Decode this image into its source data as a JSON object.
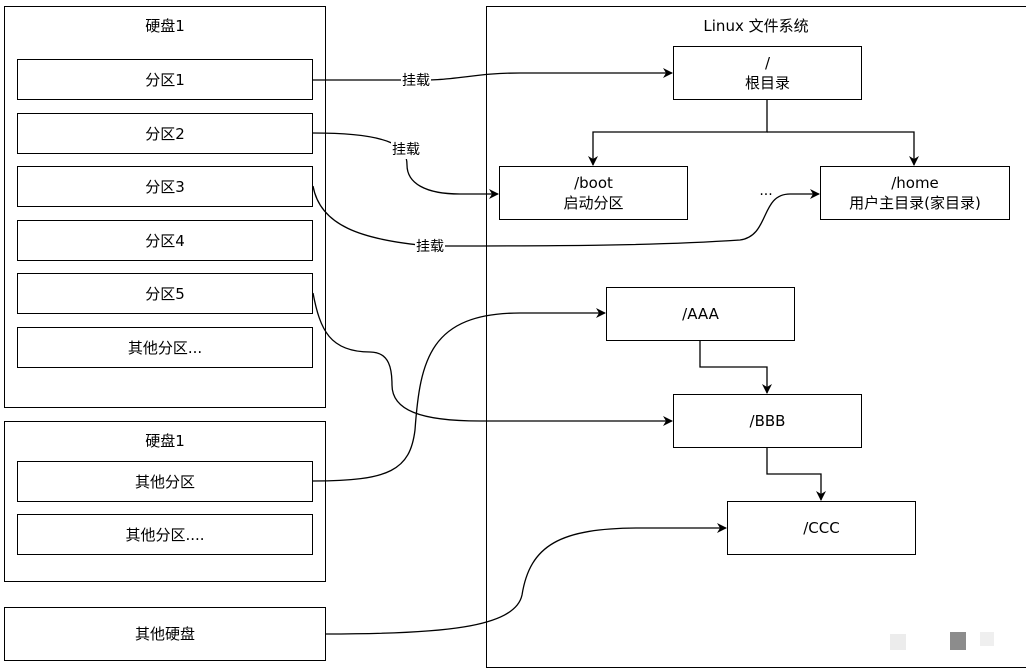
{
  "disk1": {
    "title": "硬盘1",
    "partitions": [
      "分区1",
      "分区2",
      "分区3",
      "分区4",
      "分区5",
      "其他分区..."
    ]
  },
  "disk2": {
    "title": "硬盘1",
    "partitions": [
      "其他分区",
      "其他分区...."
    ]
  },
  "other_disk": {
    "label": "其他硬盘"
  },
  "linux_fs": {
    "title": "Linux 文件系统",
    "root": {
      "path": "/",
      "desc": "根目录"
    },
    "boot": {
      "path": "/boot",
      "desc": "启动分区"
    },
    "home": {
      "path": "/home",
      "desc": "用户主目录(家目录)"
    },
    "ellipsis": "...",
    "aaa": "/AAA",
    "bbb": "/BBB",
    "ccc": "/CCC"
  },
  "edge_labels": {
    "mount1": "挂载",
    "mount2": "挂载",
    "mount3": "挂载"
  }
}
